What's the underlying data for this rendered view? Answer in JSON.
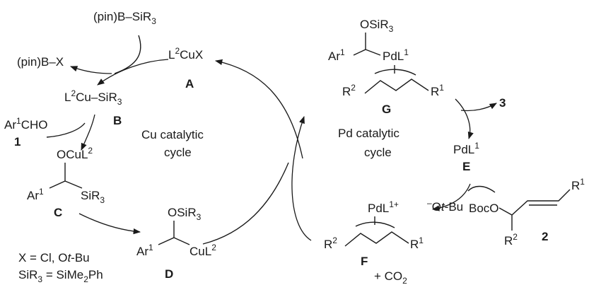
{
  "cu": {
    "reagent_pinb_sir3": "(pin)B–SiR3",
    "byproduct_pinb_x": "(pin)B–X",
    "A_formula": "L2CuX",
    "A_label": "A",
    "B_formula": "L2Cu–SiR3",
    "B_label": "B",
    "aldehyde": "Ar1CHO",
    "aldehyde_label": "1",
    "C_top": "OCuL2",
    "C_ar": "Ar1",
    "C_si": "SiR3",
    "C_label": "C",
    "D_top": "OSiR3",
    "D_ar": "Ar1",
    "D_cu": "CuL2",
    "D_label": "D",
    "cycle_line1": "Cu catalytic",
    "cycle_line2": "cycle",
    "legend_x": "X = Cl, Ot-Bu",
    "legend_si": "SiR3 = SiMe2Ph"
  },
  "pd": {
    "G_top": "OSiR3",
    "G_ar": "Ar1",
    "G_pd": "PdL1",
    "G_r2": "R2",
    "G_r1": "R1",
    "G_label": "G",
    "product_label": "3",
    "E_formula": "PdL1",
    "E_label": "E",
    "F_pd": "PdL1+",
    "F_r2": "R2",
    "F_r1": "R1",
    "F_label": "F",
    "tbuo": "–Ot-Bu",
    "co2": "+ CO2",
    "boc": "BocO",
    "sub_r1": "R1",
    "sub_r2": "R2",
    "sub_label": "2",
    "cycle_line1": "Pd catalytic",
    "cycle_line2": "cycle"
  }
}
